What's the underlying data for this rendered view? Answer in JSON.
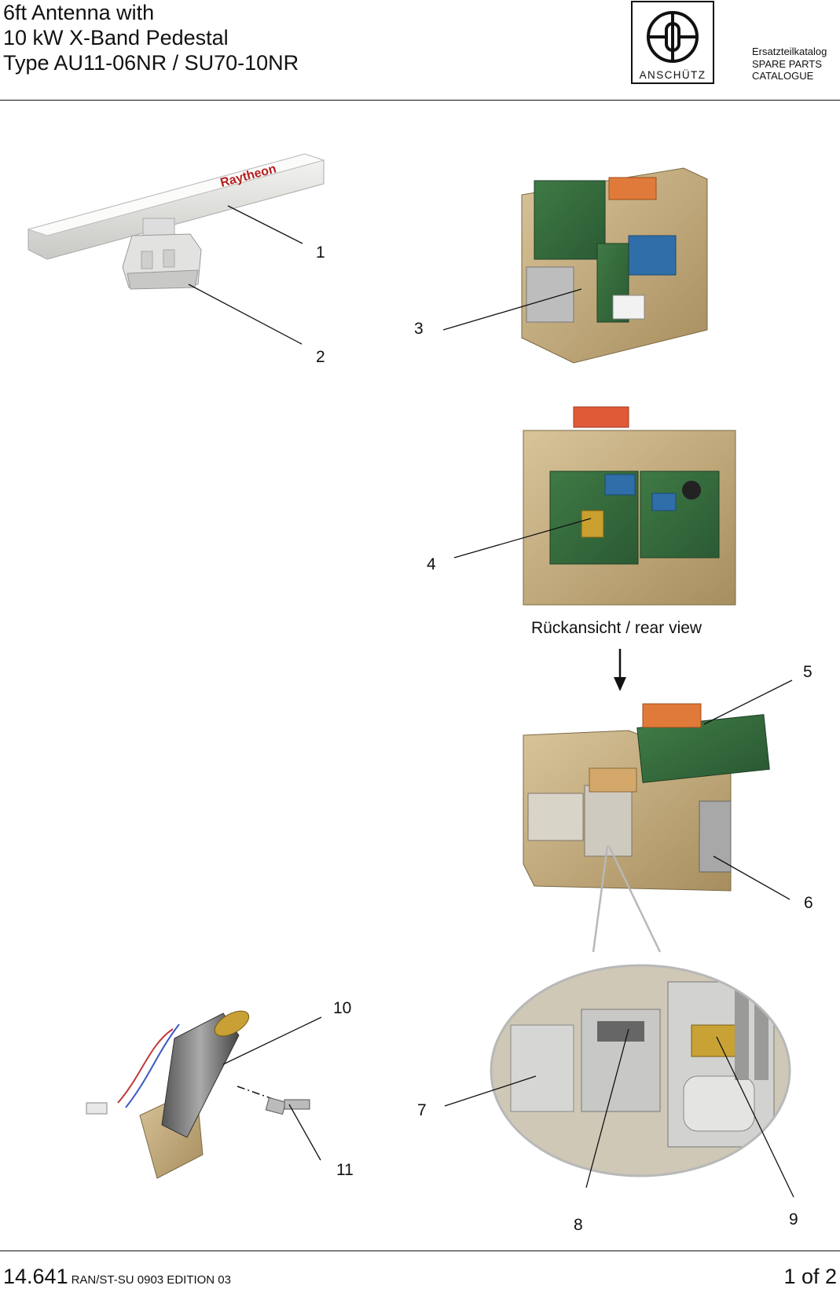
{
  "header": {
    "title_lines": [
      "6ft Antenna with",
      "10 kW X-Band Pedestal",
      "Type AU11-06NR / SU70-10NR"
    ],
    "logo_text": "ANSCHÜTZ",
    "catalogue_lines": [
      "Ersatzteilkatalog",
      "SPARE PARTS",
      "CATALOGUE"
    ]
  },
  "figure": {
    "antenna_brand": "Raytheon",
    "rear_view_caption": "Rückansicht / rear view",
    "callouts": [
      "1",
      "2",
      "3",
      "4",
      "5",
      "6",
      "7",
      "8",
      "9",
      "10",
      "11"
    ]
  },
  "footer": {
    "doc_number": "14.641",
    "doc_ref": "RAN/ST-SU 0903 EDITION 03",
    "page": "1 of 2"
  }
}
